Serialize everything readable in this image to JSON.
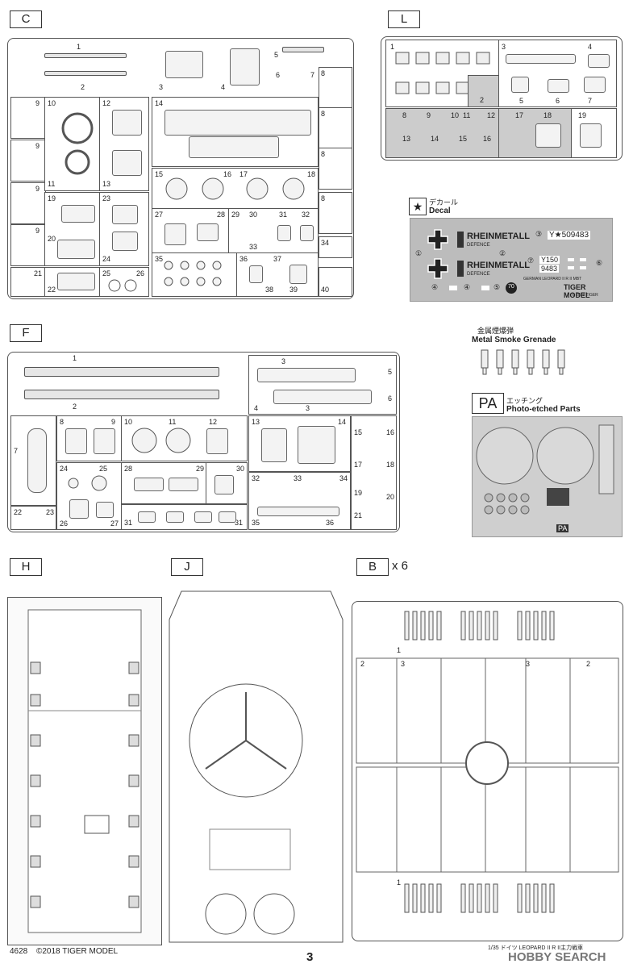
{
  "sprues": {
    "C": {
      "label": "C"
    },
    "L": {
      "label": "L"
    },
    "F": {
      "label": "F"
    },
    "H": {
      "label": "H"
    },
    "J": {
      "label": "J"
    },
    "B": {
      "label": "B",
      "multiplier": "x 6"
    }
  },
  "decal": {
    "jp_title": "デカール",
    "en_title": "Decal",
    "brand_line1": "RHEINMETALL",
    "brand_line2": "DEFENCE",
    "serial_top": "Y★509483",
    "serial_mid_a": "Y150",
    "serial_mid_b": "9483",
    "logo_text": "TIGER MODEL",
    "small_caption": "GERMAN LEOPARD II R II MBT",
    "sub_caption": "© 2018 TIGER",
    "circle_70": "70",
    "marker_1": "①",
    "marker_2": "②",
    "marker_3": "③",
    "marker_4a": "④",
    "marker_4b": "④",
    "marker_5": "⑤",
    "marker_6": "⑥",
    "marker_7": "⑦"
  },
  "metal_smoke": {
    "jp_title": "金属煙爆弾",
    "en_title": "Metal Smoke Grenade"
  },
  "photo_etched": {
    "badge": "PA",
    "jp_title": "エッチング",
    "en_title": "Photo-etched Parts",
    "corner_label": "PA"
  },
  "footer": {
    "code": "4628",
    "copyright": "©2018  TIGER MODEL",
    "page_number": "3",
    "product_title": "1/35  ドイツ LEOPARD II R II主力戦車",
    "watermark": "HOBBY SEARCH"
  },
  "sprue_C_numbers": [
    "1",
    "2",
    "3",
    "4",
    "5",
    "6",
    "7",
    "8",
    "9",
    "10",
    "11",
    "12",
    "13",
    "14",
    "15",
    "16",
    "17",
    "18",
    "19",
    "20",
    "21",
    "22",
    "23",
    "24",
    "25",
    "26",
    "27",
    "28",
    "29",
    "30",
    "31",
    "32",
    "33",
    "34",
    "35",
    "36",
    "37",
    "38",
    "39",
    "40"
  ],
  "sprue_L_numbers": [
    "1",
    "2",
    "3",
    "4",
    "5",
    "6",
    "7",
    "8",
    "9",
    "10",
    "11",
    "12",
    "13",
    "14",
    "15",
    "16",
    "17",
    "18",
    "19"
  ],
  "sprue_F_numbers": [
    "1",
    "2",
    "3",
    "4",
    "5",
    "6",
    "7",
    "8",
    "9",
    "10",
    "11",
    "12",
    "13",
    "14",
    "15",
    "16",
    "17",
    "18",
    "19",
    "20",
    "21",
    "22",
    "23",
    "24",
    "25",
    "26",
    "27",
    "28",
    "29",
    "30",
    "31",
    "32",
    "33",
    "34",
    "35",
    "36"
  ],
  "sprue_B_numbers": [
    "1",
    "2",
    "3"
  ]
}
